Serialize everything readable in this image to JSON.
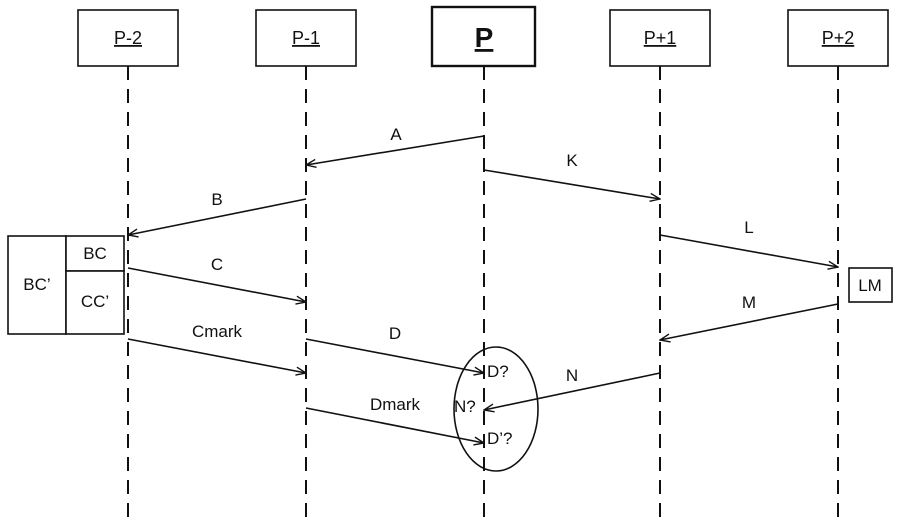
{
  "processes": {
    "p_minus_2": "P-2",
    "p_minus_1": "P-1",
    "p": "P",
    "p_plus_1": "P+1",
    "p_plus_2": "P+2"
  },
  "messages": {
    "a": "A",
    "k": "K",
    "b": "B",
    "l": "L",
    "c": "C",
    "m": "M",
    "cmark": "Cmark",
    "d": "D",
    "n": "N",
    "dmark": "Dmark"
  },
  "boxes": {
    "bc_prime": "BC’",
    "bc": "BC",
    "cc_prime": "CC’",
    "lm": "LM"
  },
  "unknowns": {
    "d_question": "D?",
    "n_question": "N?",
    "d_prime_question": "D’?"
  }
}
